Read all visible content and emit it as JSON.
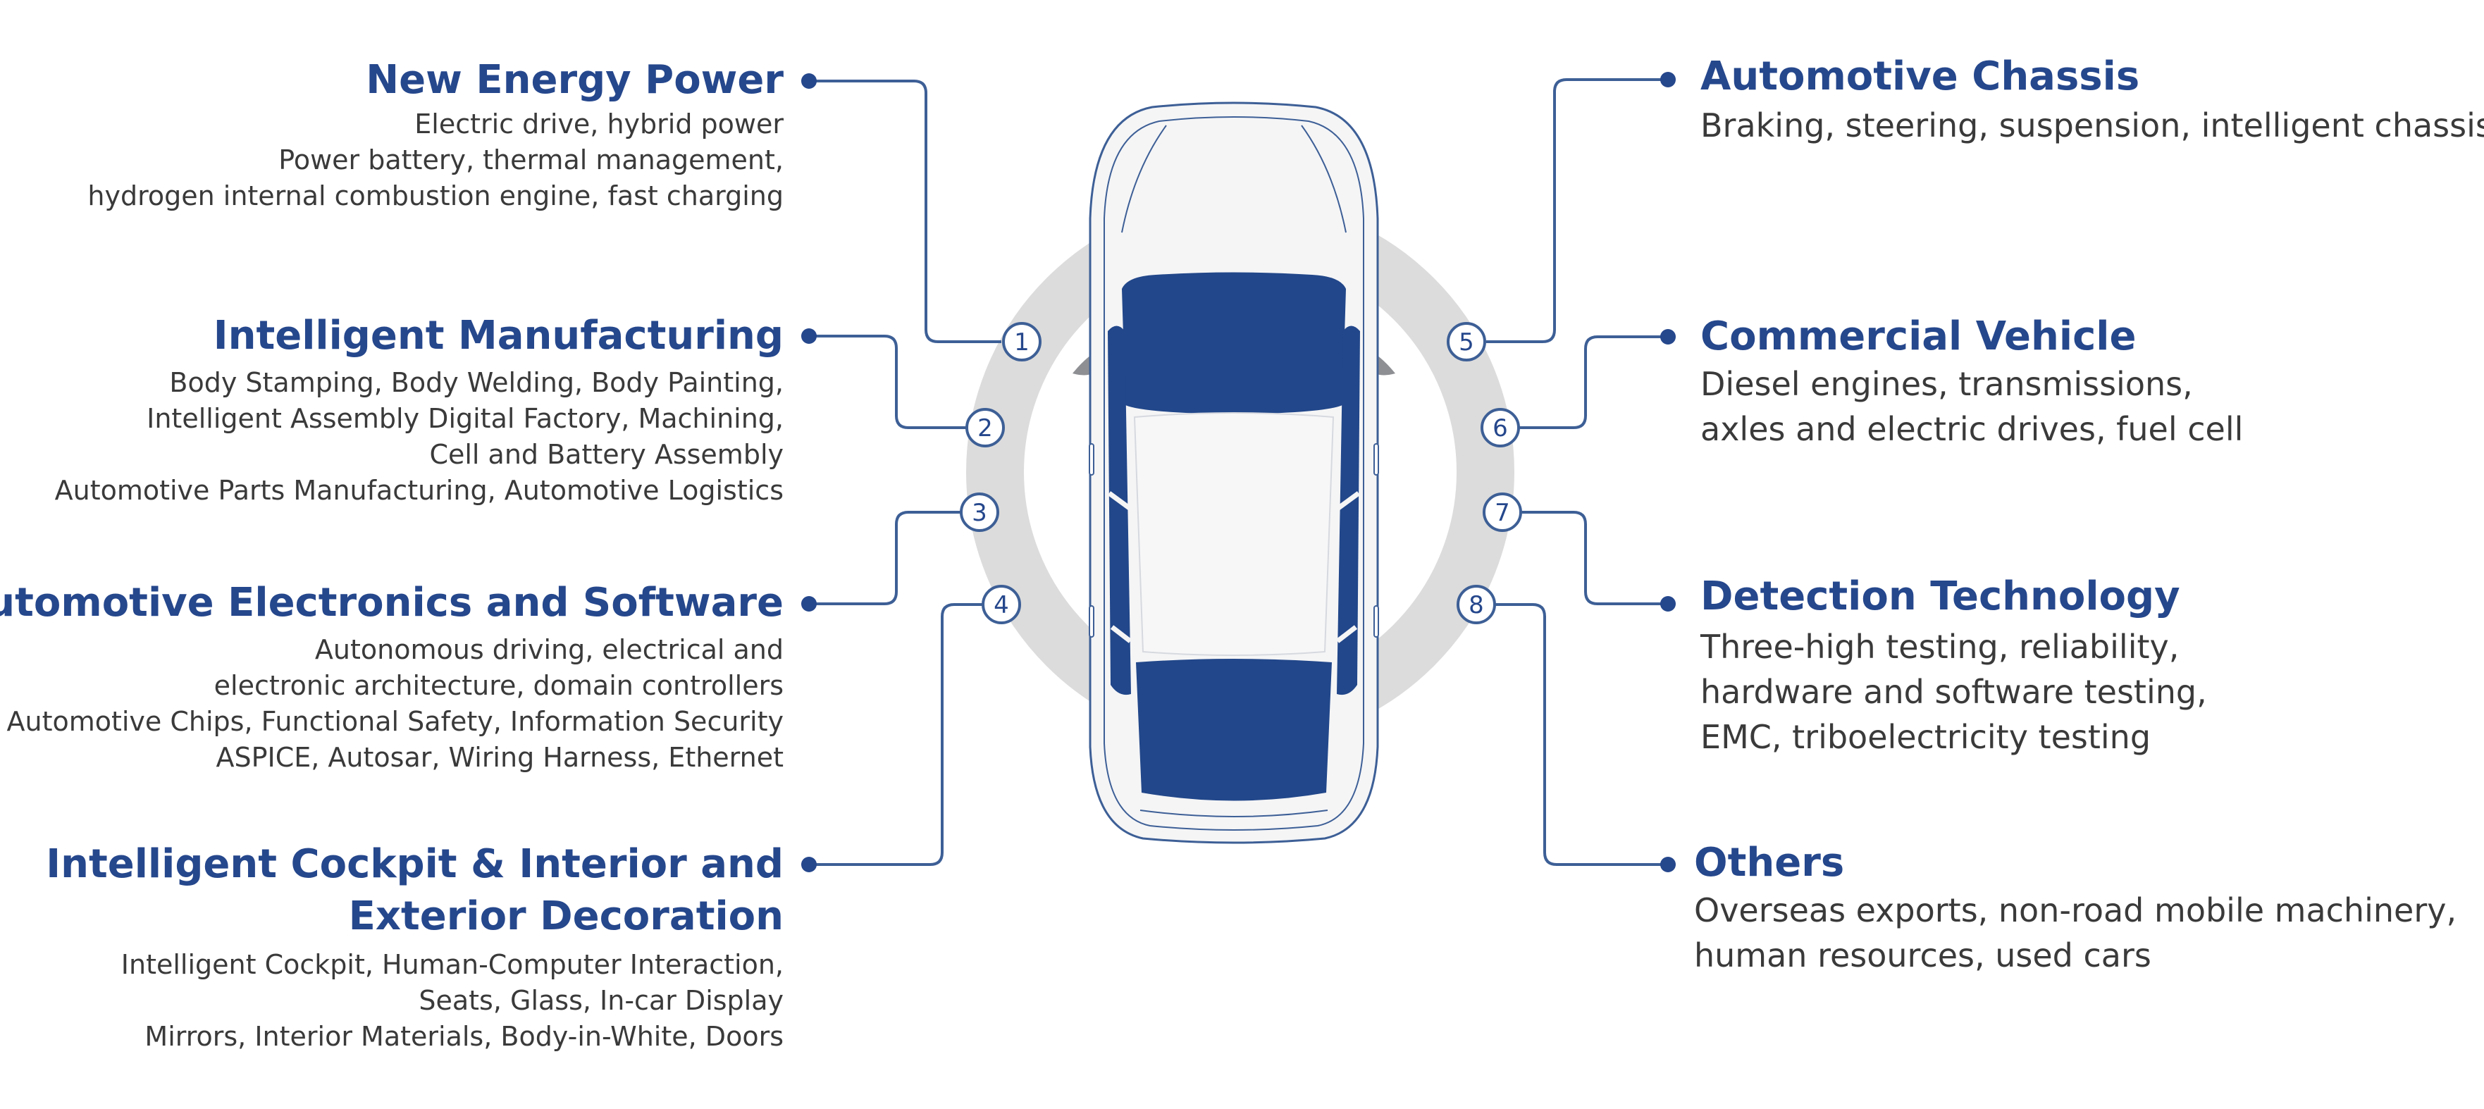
{
  "colors": {
    "accent": "#25478c",
    "connector": "#3d5f96",
    "ring": "#dcdcdc",
    "body": "#3a3a3a"
  },
  "markers": [
    "1",
    "2",
    "3",
    "4",
    "5",
    "6",
    "7",
    "8"
  ],
  "left_categories": [
    {
      "title": [
        "New Energy Power"
      ],
      "lines": [
        "Electric drive, hybrid power",
        "Power battery, thermal management,",
        "hydrogen internal combustion engine, fast charging"
      ]
    },
    {
      "title": [
        "Intelligent Manufacturing"
      ],
      "lines": [
        "Body Stamping, Body Welding, Body Painting,",
        "Intelligent Assembly Digital Factory, Machining,",
        "Cell and Battery Assembly",
        "Automotive Parts Manufacturing, Automotive Logistics"
      ]
    },
    {
      "title": [
        "Automotive Electronics and Software"
      ],
      "lines": [
        "Autonomous driving, electrical and",
        "electronic architecture, domain controllers",
        "Automotive Chips, Functional Safety, Information Security",
        "ASPICE, Autosar, Wiring Harness, Ethernet"
      ]
    },
    {
      "title": [
        "Intelligent Cockpit & Interior and",
        "Exterior Decoration"
      ],
      "lines": [
        "Intelligent Cockpit, Human-Computer Interaction,",
        "Seats, Glass, In-car Display",
        "Mirrors, Interior Materials, Body-in-White, Doors"
      ]
    }
  ],
  "right_categories": [
    {
      "title": [
        "Automotive Chassis"
      ],
      "lines": [
        "Braking, steering, suspension, intelligent chassis"
      ]
    },
    {
      "title": [
        "Commercial Vehicle"
      ],
      "lines": [
        "Diesel engines, transmissions,",
        "axles and electric drives, fuel cell"
      ]
    },
    {
      "title": [
        "Detection Technology"
      ],
      "lines": [
        "Three-high testing, reliability,",
        "hardware and software testing,",
        "EMC, triboelectricity testing"
      ]
    },
    {
      "title": [
        "Others"
      ],
      "lines": [
        "Overseas exports, non-road mobile machinery,",
        "human resources, used cars"
      ]
    }
  ]
}
